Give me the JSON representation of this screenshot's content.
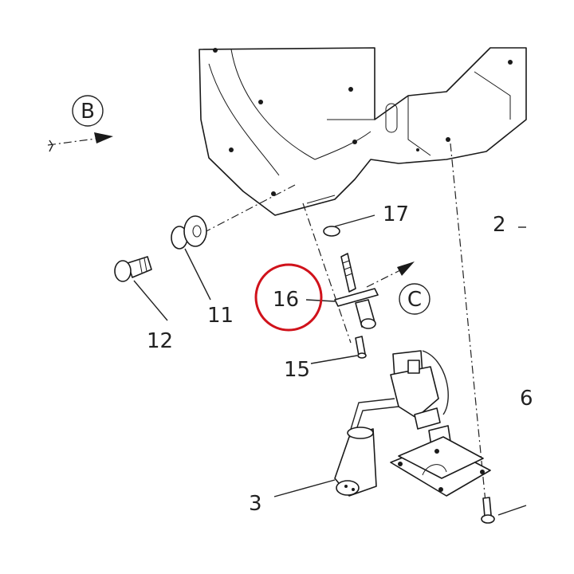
{
  "callouts": {
    "c2": "2",
    "c3": "3",
    "c6": "6",
    "c11": "11",
    "c12": "12",
    "c15": "15",
    "c16": "16",
    "c17": "17"
  },
  "views": {
    "b": "B",
    "c": "C"
  },
  "colors": {
    "highlight": "#d0121b",
    "ink": "#1a1a1a"
  }
}
